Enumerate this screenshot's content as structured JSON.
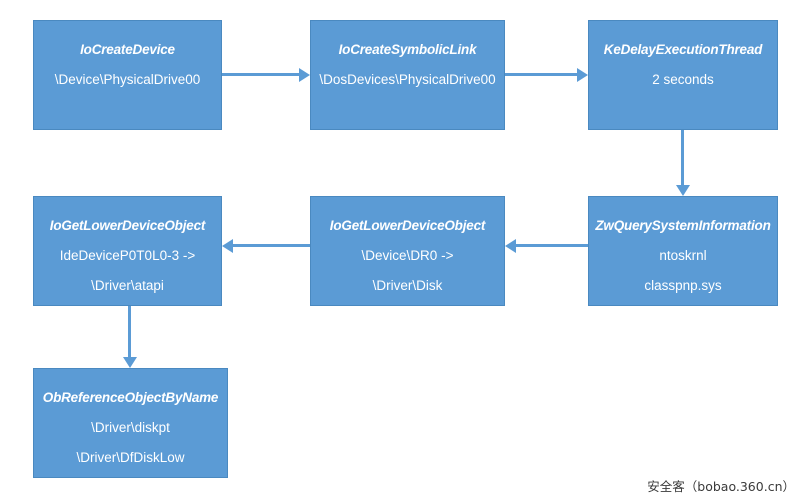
{
  "diagram": {
    "background": "#ffffff",
    "node_fill": "#5b9bd5",
    "node_border": "#4a89c0",
    "connector_color": "#5b9bd5",
    "text_color": "#ffffff",
    "nodes": [
      {
        "id": "io-create-device",
        "title": "IoCreateDevice",
        "lines": [
          "\\Device\\PhysicalDrive00"
        ]
      },
      {
        "id": "io-create-symbolic-link",
        "title": "IoCreateSymbolicLink",
        "lines": [
          "\\DosDevices\\PhysicalDrive00"
        ]
      },
      {
        "id": "ke-delay-execution-thread",
        "title": "KeDelayExecutionThread",
        "lines": [
          "2 seconds"
        ]
      },
      {
        "id": "zw-query-system-information",
        "title": "ZwQuerySystemInformation",
        "lines": [
          "ntoskrnl",
          "classpnp.sys"
        ]
      },
      {
        "id": "io-get-lower-device-object-disk",
        "title": "IoGetLowerDeviceObject",
        "lines": [
          "\\Device\\DR0 ->",
          "\\Driver\\Disk"
        ]
      },
      {
        "id": "io-get-lower-device-object-atapi",
        "title": "IoGetLowerDeviceObject",
        "lines": [
          "IdeDeviceP0T0L0-3 ->",
          "\\Driver\\atapi"
        ]
      },
      {
        "id": "ob-reference-object-by-name",
        "title": "ObReferenceObjectByName",
        "lines": [
          "\\Driver\\diskpt",
          "\\Driver\\DfDiskLow"
        ]
      }
    ]
  },
  "watermark": {
    "text": "安全客（bobao.360.cn）"
  }
}
